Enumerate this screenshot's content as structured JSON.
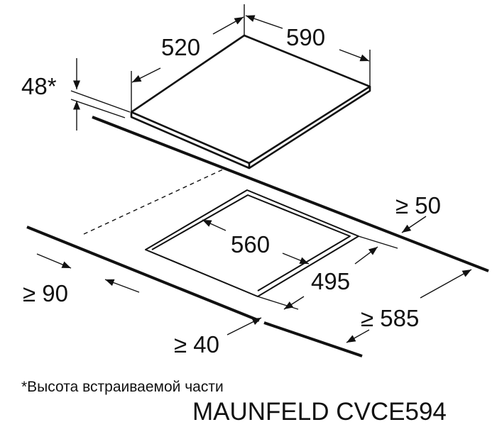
{
  "drawing": {
    "hob": {
      "width": "590",
      "depth": "520",
      "height": "48*"
    },
    "cutout": {
      "width": "560",
      "depth": "495"
    },
    "clearances": {
      "back": "≥ 50",
      "countertop_depth": "≥ 585",
      "side": "≥ 90",
      "front": "≥ 40"
    }
  },
  "footnote": "*Высота встраиваемой части",
  "model": "MAUNFELD CVCE594"
}
